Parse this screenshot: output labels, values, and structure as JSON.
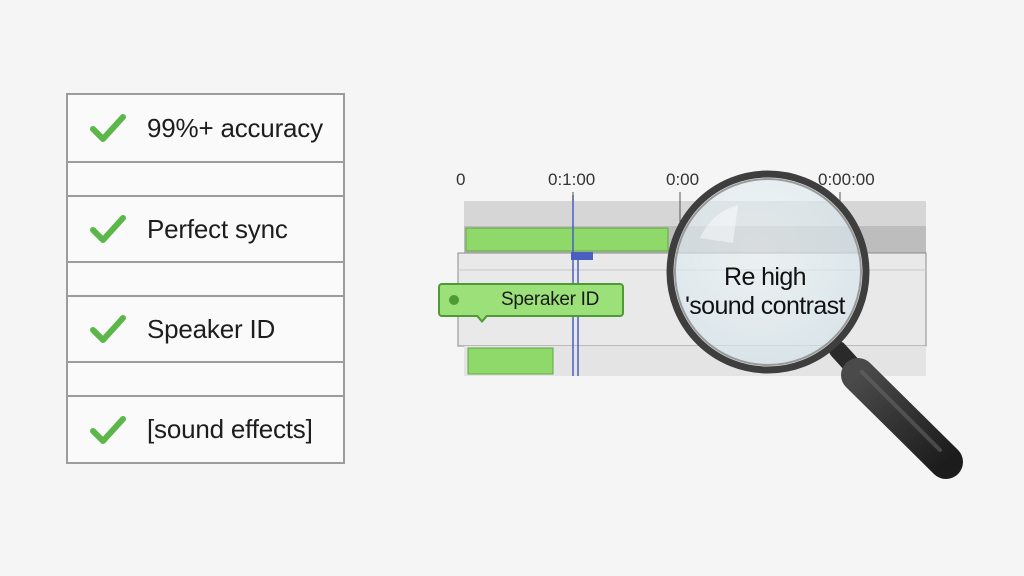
{
  "checklist": {
    "items": [
      {
        "label": "99%+ accuracy",
        "icon": "check-icon"
      },
      {
        "label": "Perfect sync",
        "icon": "check-icon"
      },
      {
        "label": "Speaker ID",
        "icon": "check-icon"
      },
      {
        "label": "[sound effects]",
        "icon": "check-icon"
      }
    ],
    "check_color": "#5cb749"
  },
  "timeline": {
    "ticks": [
      "0",
      "0:1:00",
      "0:00",
      "0:00:00"
    ],
    "speaker_tag": "Speraker ID",
    "clip_color": "#8fd86a",
    "playhead_color": "#4a5fc0"
  },
  "magnifier": {
    "line1": "Re high",
    "line2": "'sound contrast"
  }
}
